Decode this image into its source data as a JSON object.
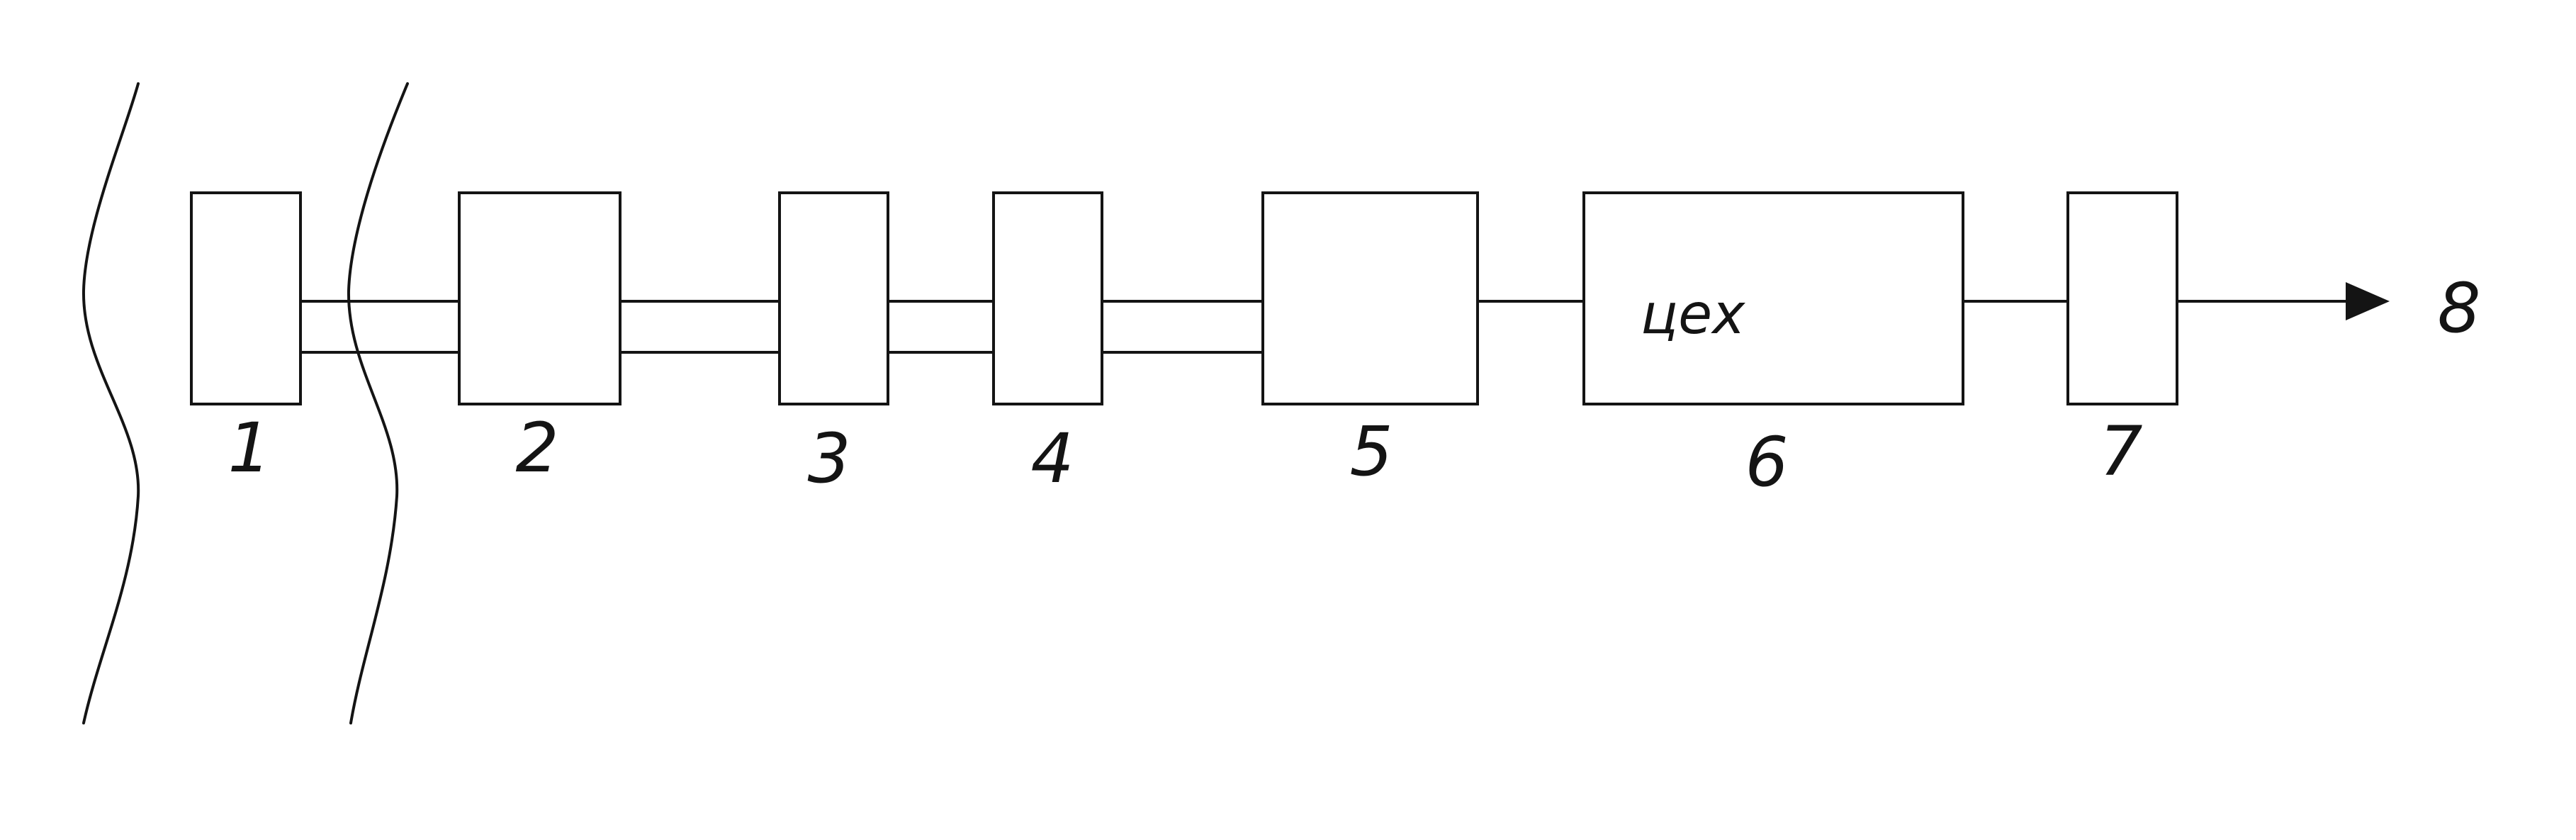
{
  "diagram": {
    "blocks": [
      {
        "id": "1",
        "label": "1"
      },
      {
        "id": "2",
        "label": "2"
      },
      {
        "id": "3",
        "label": "3"
      },
      {
        "id": "4",
        "label": "4"
      },
      {
        "id": "5",
        "label": "5"
      },
      {
        "id": "6",
        "label": "6",
        "inner_text": "цех"
      },
      {
        "id": "7",
        "label": "7"
      }
    ],
    "output_label": "8",
    "stroke_color": "#141414",
    "background_color": "#ffffff"
  }
}
